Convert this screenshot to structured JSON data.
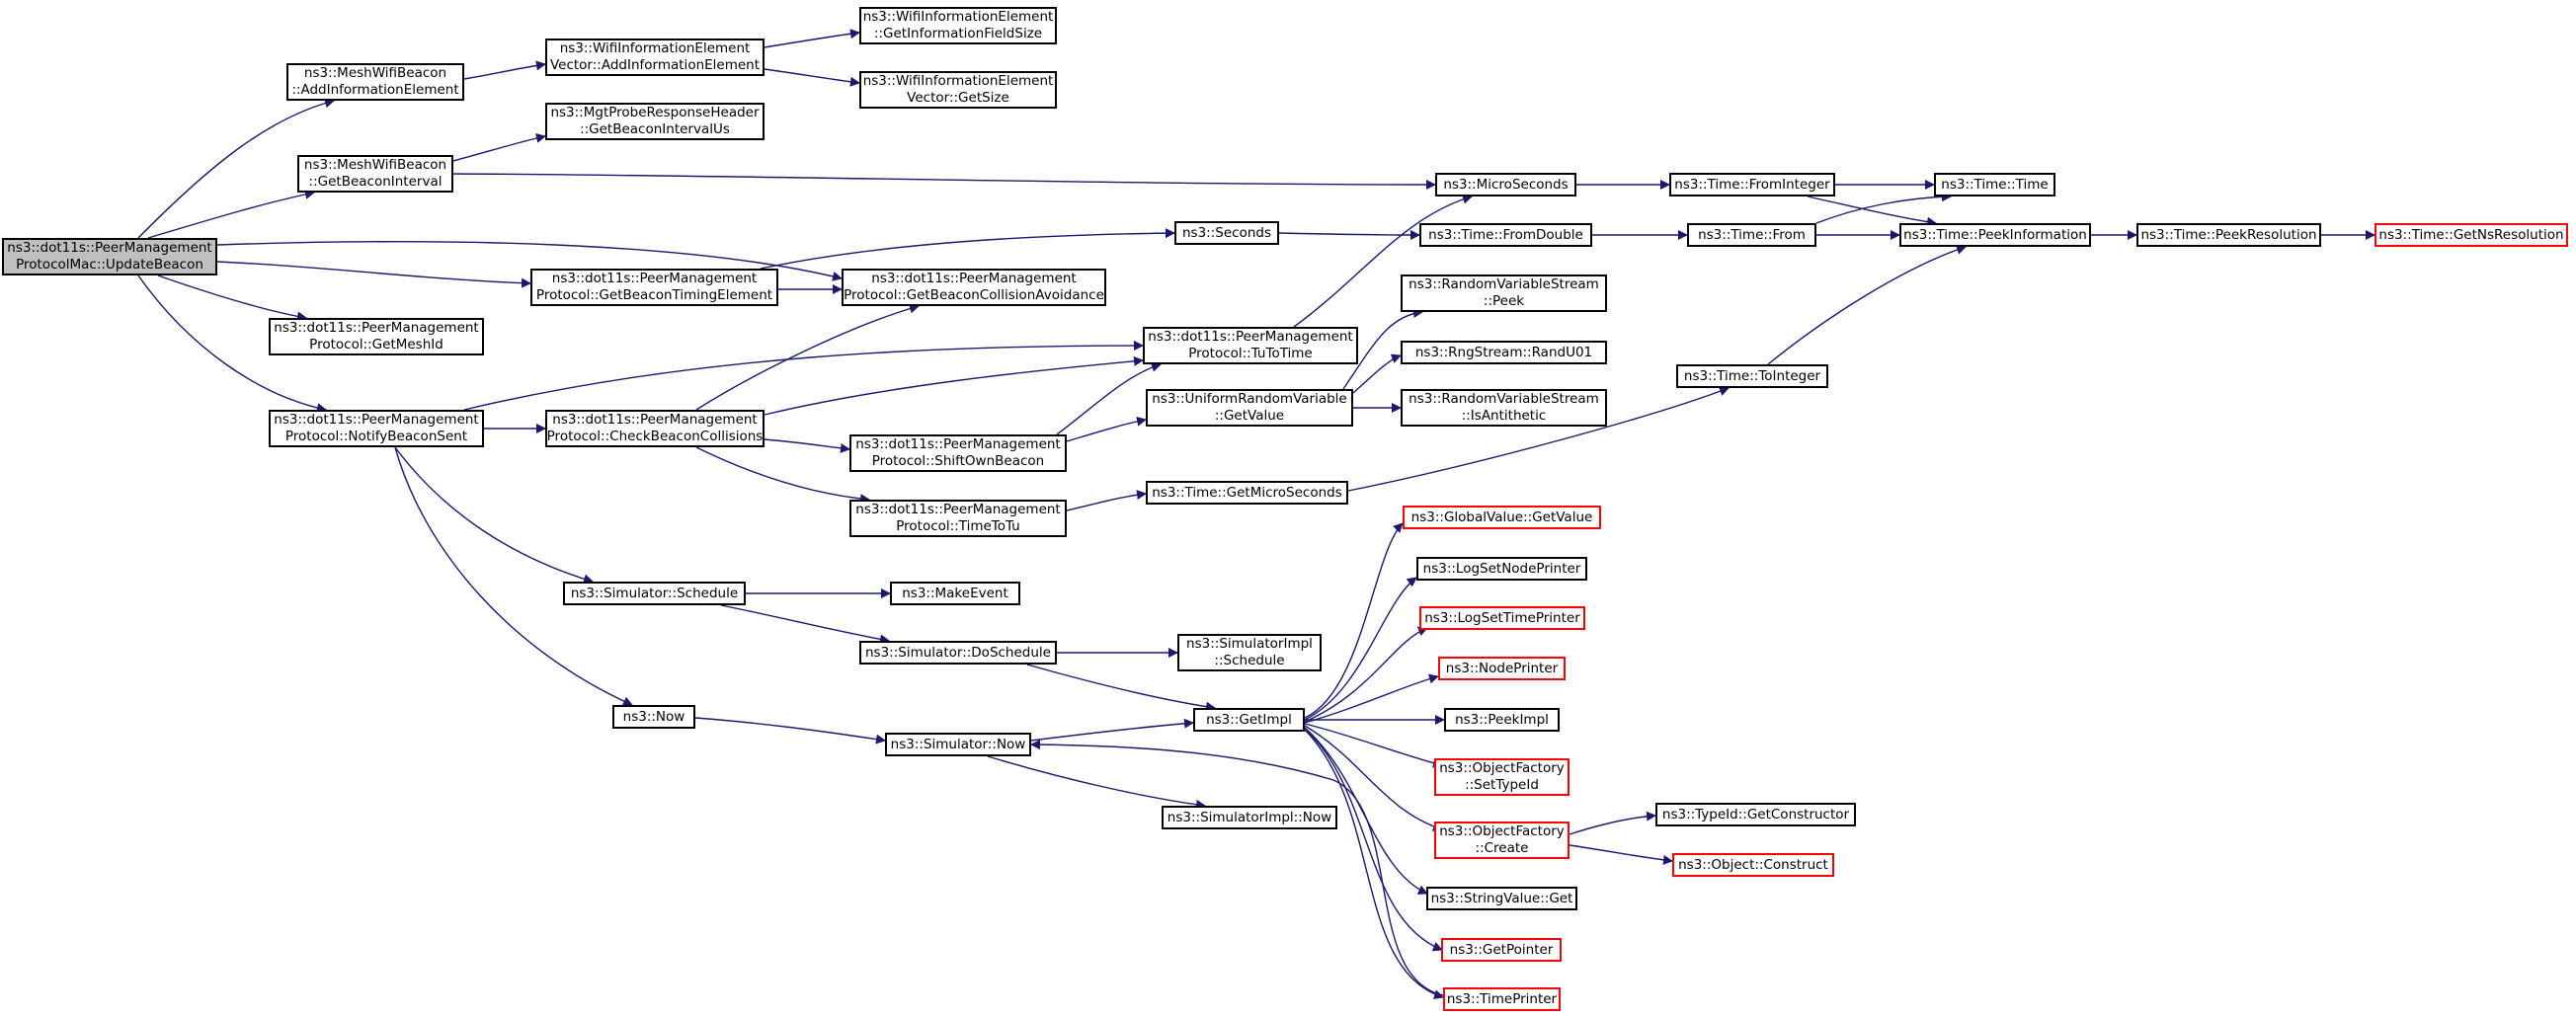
{
  "nodes": {
    "root": [
      "ns3::dot11s::PeerManagement",
      "ProtocolMac::UpdateBeacon"
    ],
    "add_ie": [
      "ns3::MeshWifiBeacon",
      "::AddInformationElement"
    ],
    "ie_vec_add": [
      "ns3::WifiInformationElement",
      "Vector::AddInformationElement"
    ],
    "ie_get_size": [
      "ns3::WifiInformationElement",
      "::GetInformationFieldSize"
    ],
    "ie_vec_getsize": [
      "ns3::WifiInformationElement",
      "Vector::GetSize"
    ],
    "mgt_probe": [
      "ns3::MgtProbeResponseHeader",
      "::GetBeaconIntervalUs"
    ],
    "get_beacon_interval": [
      "ns3::MeshWifiBeacon",
      "::GetBeaconInterval"
    ],
    "microseconds": [
      "ns3::MicroSeconds"
    ],
    "from_integer": [
      "ns3::Time::FromInteger"
    ],
    "time_time": [
      "ns3::Time::Time"
    ],
    "seconds": [
      "ns3::Seconds"
    ],
    "from_double": [
      "ns3::Time::FromDouble"
    ],
    "time_from": [
      "ns3::Time::From"
    ],
    "peek_information": [
      "ns3::Time::PeekInformation"
    ],
    "peek_resolution": [
      "ns3::Time::PeekResolution"
    ],
    "get_ns_resolution": [
      "ns3::Time::GetNsResolution"
    ],
    "get_beacon_timing": [
      "ns3::dot11s::PeerManagement",
      "Protocol::GetBeaconTimingElement"
    ],
    "get_beacon_collision": [
      "ns3::dot11s::PeerManagement",
      "Protocol::GetBeaconCollisionAvoidance"
    ],
    "get_mesh_id": [
      "ns3::dot11s::PeerManagement",
      "Protocol::GetMeshId"
    ],
    "rvs_peek": [
      "ns3::RandomVariableStream",
      "::Peek"
    ],
    "tu_to_time": [
      "ns3::dot11s::PeerManagement",
      "Protocol::TuToTime"
    ],
    "randu01": [
      "ns3::RngStream::RandU01"
    ],
    "notify_beacon_sent": [
      "ns3::dot11s::PeerManagement",
      "Protocol::NotifyBeaconSent"
    ],
    "check_beacon_collisions": [
      "ns3::dot11s::PeerManagement",
      "Protocol::CheckBeaconCollisions"
    ],
    "uniform_get_value": [
      "ns3::UniformRandomVariable",
      "::GetValue"
    ],
    "is_antithetic": [
      "ns3::RandomVariableStream",
      "::IsAntithetic"
    ],
    "to_integer": [
      "ns3::Time::ToInteger"
    ],
    "shift_own_beacon": [
      "ns3::dot11s::PeerManagement",
      "Protocol::ShiftOwnBeacon"
    ],
    "get_micro_seconds": [
      "ns3::Time::GetMicroSeconds"
    ],
    "time_to_tu": [
      "ns3::dot11s::PeerManagement",
      "Protocol::TimeToTu"
    ],
    "global_get_value": [
      "ns3::GlobalValue::GetValue"
    ],
    "log_set_node_printer": [
      "ns3::LogSetNodePrinter"
    ],
    "sim_schedule": [
      "ns3::Simulator::Schedule"
    ],
    "make_event": [
      "ns3::MakeEvent"
    ],
    "log_set_time_printer": [
      "ns3::LogSetTimePrinter"
    ],
    "sim_do_schedule": [
      "ns3::Simulator::DoSchedule"
    ],
    "simimpl_schedule": [
      "ns3::SimulatorImpl",
      "::Schedule"
    ],
    "node_printer": [
      "ns3::NodePrinter"
    ],
    "now": [
      "ns3::Now"
    ],
    "get_impl": [
      "ns3::GetImpl"
    ],
    "peek_impl": [
      "ns3::PeekImpl"
    ],
    "sim_now": [
      "ns3::Simulator::Now"
    ],
    "of_set_typeid": [
      "ns3::ObjectFactory",
      "::SetTypeId"
    ],
    "simimpl_now": [
      "ns3::SimulatorImpl::Now"
    ],
    "typeid_get_constructor": [
      "ns3::TypeId::GetConstructor"
    ],
    "of_create": [
      "ns3::ObjectFactory",
      "::Create"
    ],
    "object_construct": [
      "ns3::Object::Construct"
    ],
    "string_value_get": [
      "ns3::StringValue::Get"
    ],
    "get_pointer": [
      "ns3::GetPointer"
    ],
    "time_printer": [
      "ns3::TimePrinter"
    ]
  },
  "colors": {
    "edge": "#191970",
    "root_fill": "#bfbfbf",
    "node_border": "#000000",
    "truncated_border": "#ff0000"
  },
  "legend_note": "none"
}
